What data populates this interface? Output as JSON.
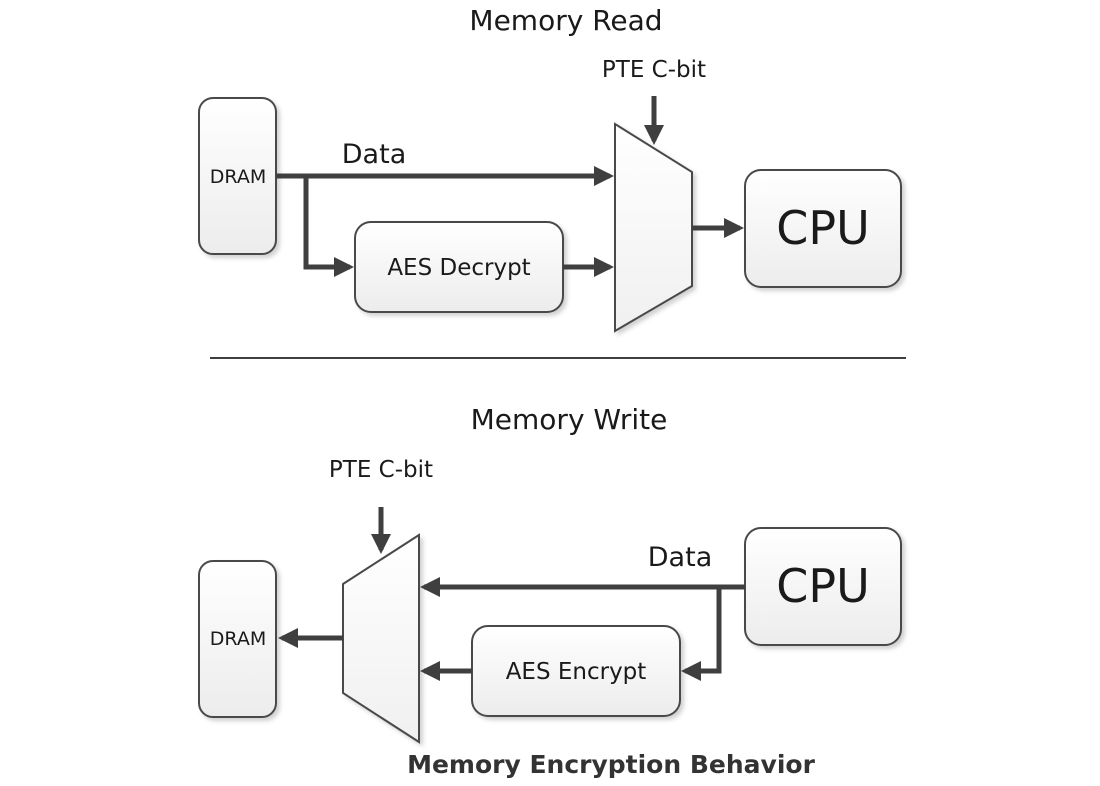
{
  "colors": {
    "wire": "#3f3f3f",
    "box_stroke": "#4a4a4a",
    "box_fill_top": "#ffffff",
    "box_fill_bottom": "#ececec",
    "divider": "#3f3f3f",
    "caption": "#333333"
  },
  "read": {
    "title": "Memory Read",
    "pte_label": "PTE C-bit",
    "dram_label": "DRAM",
    "data_label": "Data",
    "aes_label": "AES Decrypt",
    "cpu_label": "CPU"
  },
  "write": {
    "title": "Memory Write",
    "pte_label": "PTE C-bit",
    "dram_label": "DRAM",
    "data_label": "Data",
    "aes_label": "AES Encrypt",
    "cpu_label": "CPU"
  },
  "caption": "Memory Encryption Behavior"
}
